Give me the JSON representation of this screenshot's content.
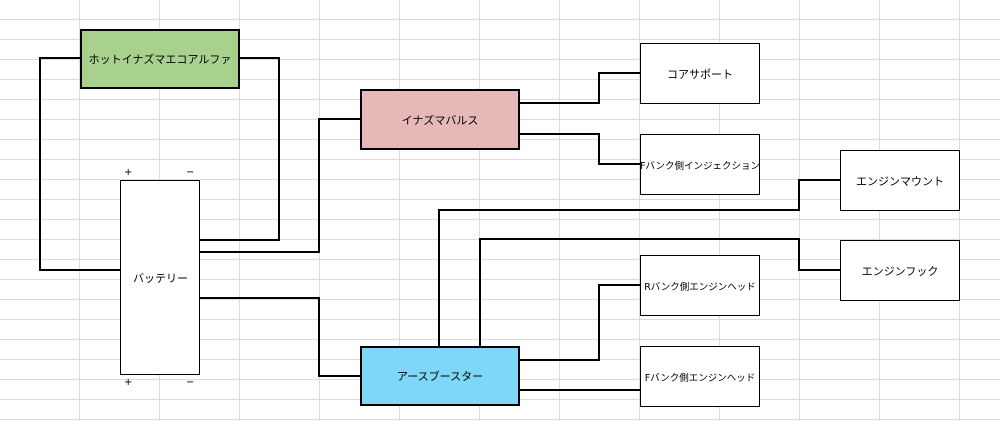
{
  "diagram": {
    "colors": {
      "green": "#a9d18e",
      "pink": "#e6b8b7",
      "blue": "#7fd7f7",
      "line": "#000000",
      "grid": "#dcdcdc"
    },
    "nodes": {
      "hot": "ホットイナズマエコアルファ",
      "battery": "バッテリー",
      "inazuma": "イナズマバルス",
      "earth": "アースブースター",
      "core": "コアサポート",
      "finj": "Fバンク側インジェクション",
      "mount": "エンジンマウント",
      "hook": "エンジンフック",
      "rhead": "Rバンク側エンジンヘッド",
      "fhead": "Fバンク側エンジンヘッド"
    },
    "terminals": {
      "plus": "+",
      "minus": "−"
    }
  }
}
